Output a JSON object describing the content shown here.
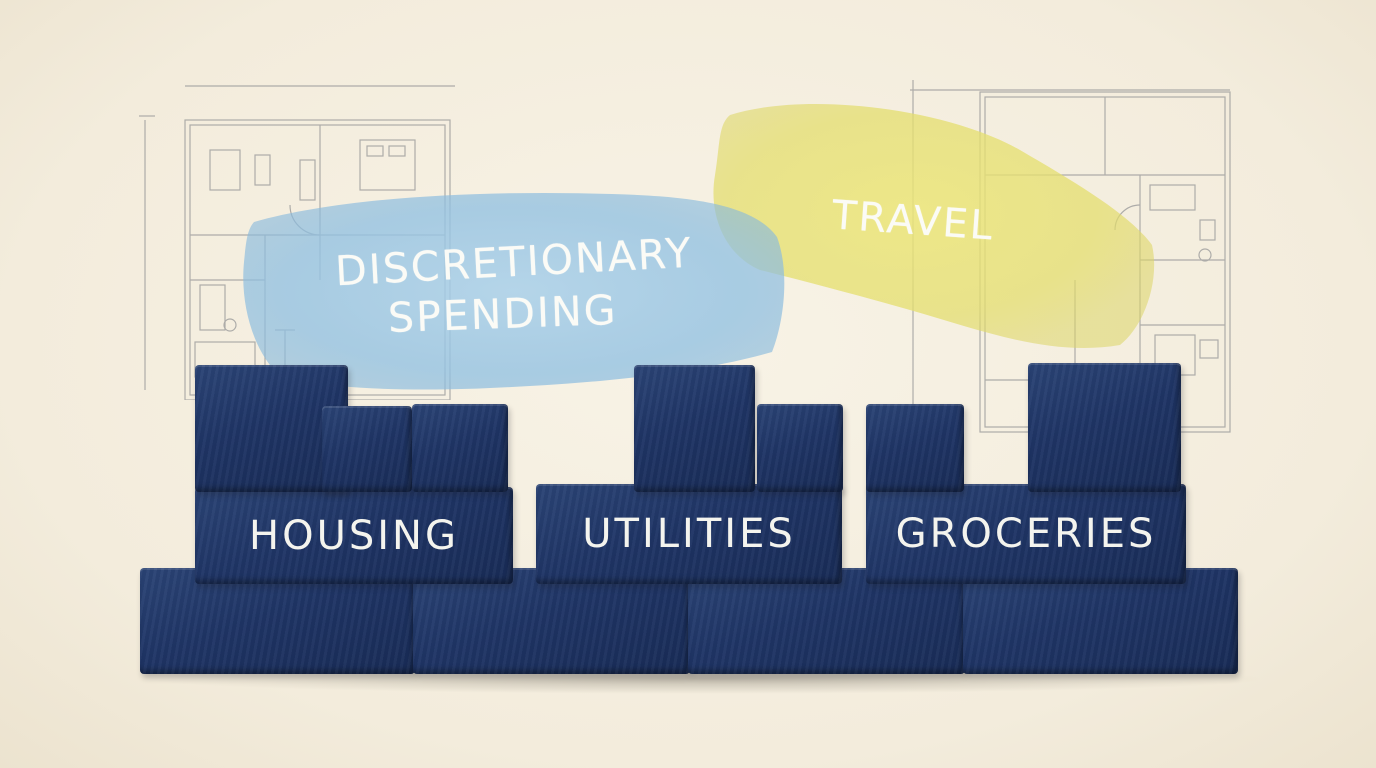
{
  "labels": {
    "discretionary_line1": "DISCRETIONARY",
    "discretionary_line2": "SPENDING",
    "travel": "TRAVEL",
    "housing": "HOUSING",
    "utilities": "UTILITIES",
    "groceries": "GROCERIES"
  },
  "colors": {
    "background": "#f5efe0",
    "blue_wash": "#9cc7e4",
    "yellow_wash": "#e4e07a",
    "block_navy": "#1f3566",
    "blueprint_line": "#9a9a9a",
    "label_text": "#f4f4ee"
  }
}
